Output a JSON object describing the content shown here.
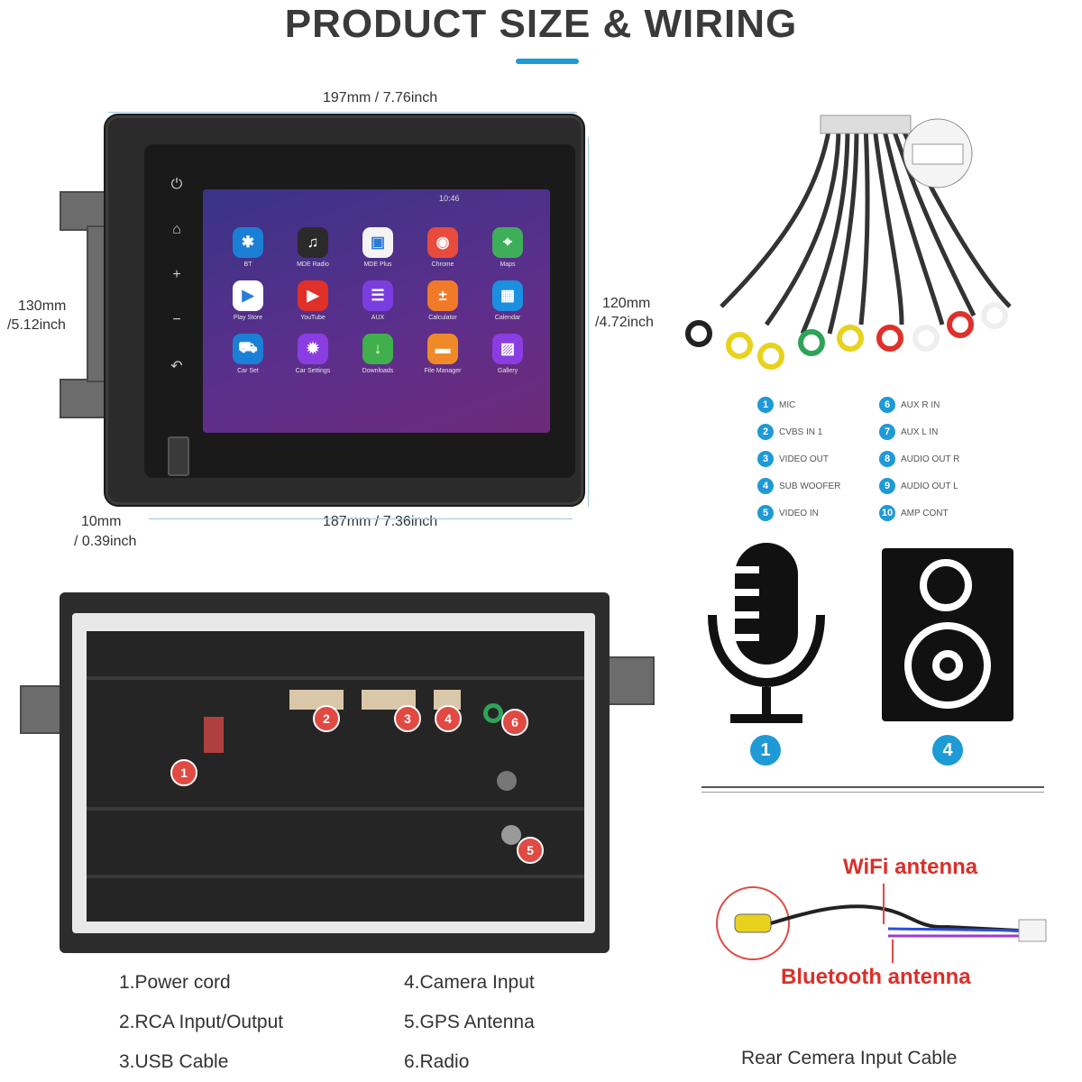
{
  "title": "PRODUCT SIZE & WIRING",
  "dimensions": {
    "top": "197mm / 7.76inch",
    "bottom": "187mm / 7.36inch",
    "left_a": "130mm",
    "left_b": "/5.12inch",
    "right_a": "120mm",
    "right_b": "/4.72inch",
    "depth_a": "10mm",
    "depth_b": "/ 0.39inch"
  },
  "screen": {
    "time": "10:46",
    "apps": [
      {
        "label": "BT",
        "icon": "bluetooth-icon",
        "color": "#1b7fd6",
        "glyph": "✱"
      },
      {
        "label": "MDE Radio",
        "icon": "radio-icon",
        "color": "#2a2a2a",
        "glyph": "♫"
      },
      {
        "label": "MDE Plus",
        "icon": "plus-app-icon",
        "color": "#f4f4f4",
        "glyph": "▣"
      },
      {
        "label": "Chrome",
        "icon": "chrome-icon",
        "color": "#e84b3c",
        "glyph": "◉"
      },
      {
        "label": "Maps",
        "icon": "maps-icon",
        "color": "#3fae5a",
        "glyph": "⌖"
      },
      {
        "label": "Play Store",
        "icon": "play-store-icon",
        "color": "#ffffff",
        "glyph": "▶"
      },
      {
        "label": "YouTube",
        "icon": "youtube-icon",
        "color": "#e0302a",
        "glyph": "▶"
      },
      {
        "label": "AUX",
        "icon": "equalizer-icon",
        "color": "#7a3de0",
        "glyph": "☰"
      },
      {
        "label": "Calculator",
        "icon": "calculator-icon",
        "color": "#f07a28",
        "glyph": "±"
      },
      {
        "label": "Calendar",
        "icon": "calendar-icon",
        "color": "#1b8fe0",
        "glyph": "▦"
      },
      {
        "label": "Car Set",
        "icon": "car-icon",
        "color": "#1b7fd6",
        "glyph": "⛟"
      },
      {
        "label": "Car Settings",
        "icon": "settings-icon",
        "color": "#8a3de0",
        "glyph": "✹"
      },
      {
        "label": "Downloads",
        "icon": "download-icon",
        "color": "#3fb04c",
        "glyph": "↓"
      },
      {
        "label": "File Manager",
        "icon": "folder-icon",
        "color": "#f08a28",
        "glyph": "▬"
      },
      {
        "label": "Gallery",
        "icon": "gallery-icon",
        "color": "#8a3de0",
        "glyph": "▨"
      }
    ]
  },
  "back_legend": [
    "1.Power cord",
    "2.RCA Input/Output",
    "3.USB Cable",
    "4.Camera Input",
    "5.GPS Antenna",
    "6.Radio"
  ],
  "wiring_legend": [
    {
      "n": "1",
      "label": "MIC"
    },
    {
      "n": "2",
      "label": "CVBS IN 1"
    },
    {
      "n": "3",
      "label": "VIDEO OUT"
    },
    {
      "n": "4",
      "label": "SUB WOOFER"
    },
    {
      "n": "5",
      "label": "VIDEO IN"
    },
    {
      "n": "6",
      "label": "AUX R IN"
    },
    {
      "n": "7",
      "label": "AUX L IN"
    },
    {
      "n": "8",
      "label": "AUDIO OUT R"
    },
    {
      "n": "9",
      "label": "AUDIO OUT L"
    },
    {
      "n": "10",
      "label": "AMP CONT"
    }
  ],
  "icons": {
    "mic_num": "1",
    "speaker_num": "4"
  },
  "antenna": {
    "wifi": "WiFi antenna",
    "bluetooth": "Bluetooth antenna",
    "caption": "Rear Cemera Input Cable"
  },
  "colors": {
    "accent": "#1e9ad6",
    "marker": "#e04a43",
    "antenna_text": "#d9302a"
  }
}
